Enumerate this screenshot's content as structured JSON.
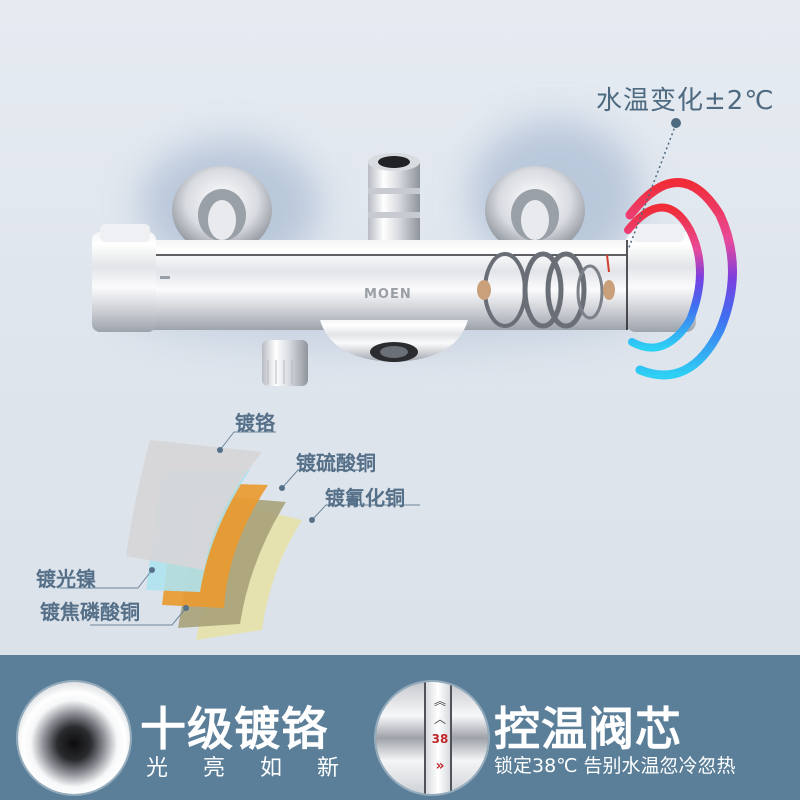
{
  "callout": {
    "temperature_variation": "水温变化±2℃"
  },
  "product": {
    "brand": "MOEN",
    "dial_marks": [
      "38"
    ]
  },
  "plating_layers": {
    "labels": [
      "镀铬",
      "镀硫酸铜",
      "镀氰化铜",
      "镀光镍",
      "镀焦磷酸铜"
    ],
    "colors": {
      "chrome": "#d6d6d8",
      "bright_nickel": "#aee2ee",
      "copper_sulfate": "#e99a30",
      "copper_cyanide": "#a8a27a",
      "copper_pyrophosphate": "#e8e2a6"
    }
  },
  "features": [
    {
      "title": "十级镀铬",
      "subtitle": "光 亮 如 新"
    },
    {
      "title": "控温阀芯",
      "subtitle": "锁定38℃ 告别水温忽冷忽热",
      "dial_number": "38"
    }
  ],
  "colors": {
    "band": "#5b7e99",
    "label_text": "#557088",
    "hot": "#f0303a",
    "warm": "#8a3fd8",
    "cold": "#2cc8f0"
  }
}
